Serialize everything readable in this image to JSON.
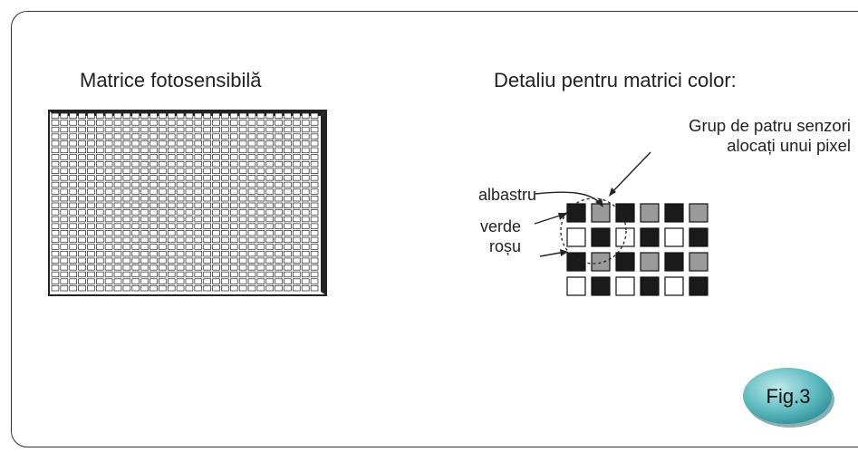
{
  "left_panel": {
    "title": "Matrice fotosensibilă"
  },
  "right_panel": {
    "title": "Detaliu pentru matrici color:",
    "group_annotation_line1": "Grup de patru senzori",
    "group_annotation_line2": "alocați unui pixel",
    "labels": {
      "blue": "albastru",
      "green": "verde",
      "red": "roșu"
    },
    "mosaic_rows": [
      [
        "black",
        "gray",
        "black",
        "gray",
        "black",
        "gray"
      ],
      [
        "white",
        "black",
        "white",
        "black",
        "white",
        "black"
      ],
      [
        "black",
        "gray",
        "black",
        "gray",
        "black",
        "gray"
      ],
      [
        "white",
        "black",
        "white",
        "black",
        "white",
        "black"
      ]
    ],
    "cell_colors": {
      "black": "#1a1a1a",
      "gray": "#9a9a9a",
      "white": "#ffffff"
    }
  },
  "sensor_grid": {
    "columns": 30,
    "rows": 26
  },
  "badge": {
    "label": "Fig.3",
    "color": "#4fb3b8"
  }
}
